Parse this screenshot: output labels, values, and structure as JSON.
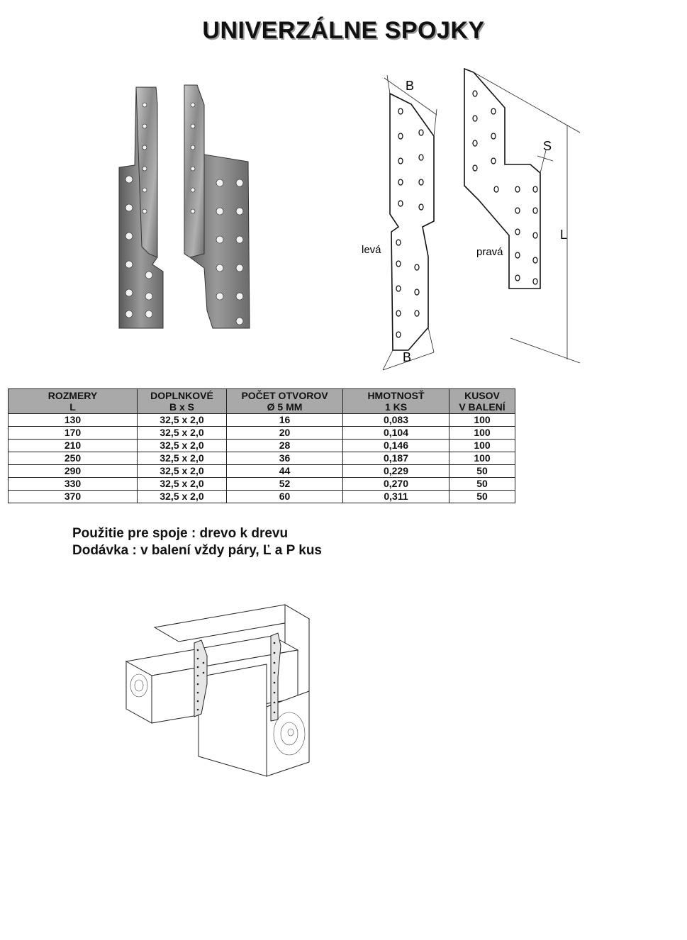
{
  "title": "UNIVERZÁLNE SPOJKY",
  "diagram": {
    "label_B_top": "B",
    "label_B_bottom": "B",
    "label_S": "S",
    "label_L": "L",
    "label_left": "levá",
    "label_right": "pravá"
  },
  "table": {
    "headers": [
      [
        "ROZMERY",
        "L"
      ],
      [
        "DOPLNKOVÉ",
        "B x S"
      ],
      [
        "POČET OTVOROV",
        "Ø 5 MM"
      ],
      [
        "HMOTNOSŤ",
        "1 KS"
      ],
      [
        "KUSOV",
        "V BALENÍ"
      ]
    ],
    "rows": [
      [
        "130",
        "32,5 x 2,0",
        "16",
        "0,083",
        "100"
      ],
      [
        "170",
        "32,5 x 2,0",
        "20",
        "0,104",
        "100"
      ],
      [
        "210",
        "32,5 x 2,0",
        "28",
        "0,146",
        "100"
      ],
      [
        "250",
        "32,5 x 2,0",
        "36",
        "0,187",
        "100"
      ],
      [
        "290",
        "32,5 x 2,0",
        "44",
        "0,229",
        "50"
      ],
      [
        "330",
        "32,5 x 2,0",
        "52",
        "0,270",
        "50"
      ],
      [
        "370",
        "32,5 x 2,0",
        "60",
        "0,311",
        "50"
      ]
    ]
  },
  "notes": {
    "line1": "Použitie pre spoje : drevo k drevu",
    "line2": "Dodávka : v balení vždy páry, Ľ a P kus"
  }
}
